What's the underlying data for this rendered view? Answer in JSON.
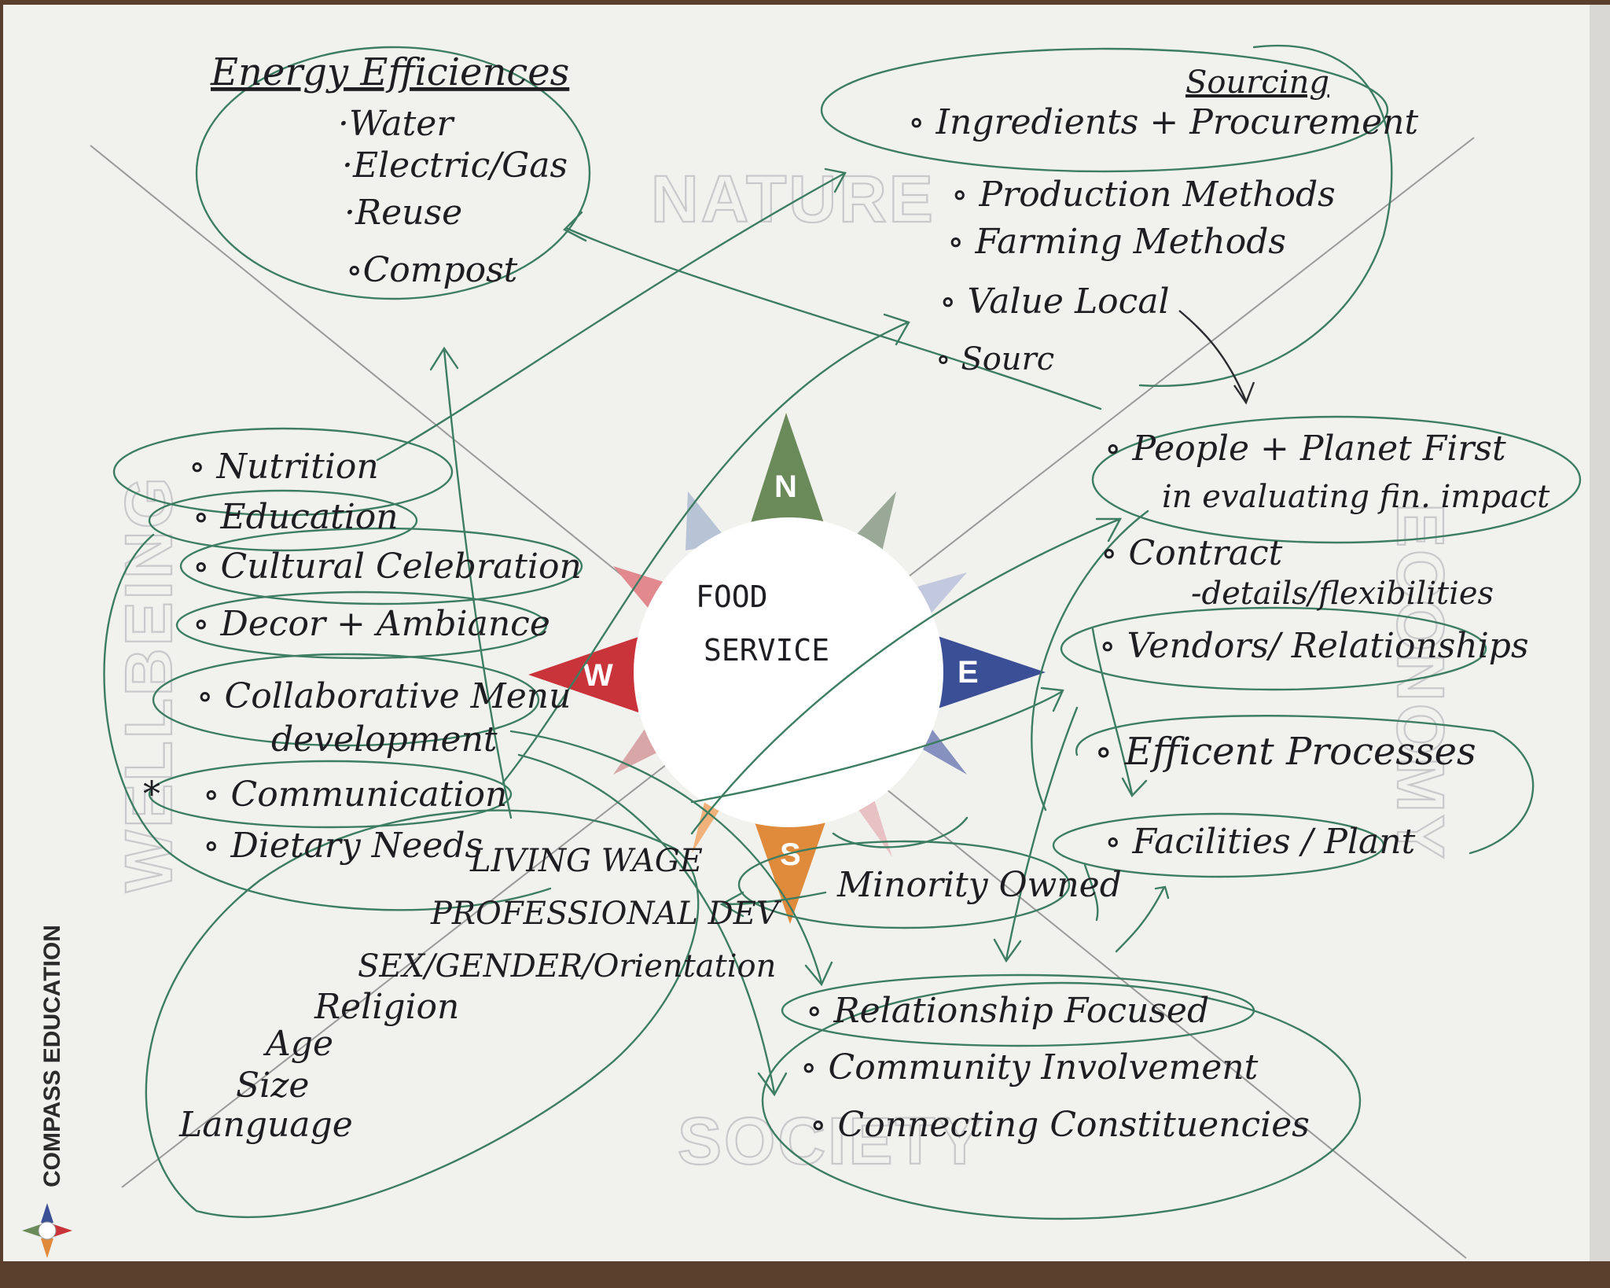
{
  "quadrants": {
    "north": "NATURE",
    "east": "ECONOMY",
    "south": "SOCIETY",
    "west": "WELLBEING"
  },
  "compass": {
    "center_line1": "FOOD",
    "center_line2": "SERVICE",
    "n": "N",
    "e": "E",
    "s": "S",
    "w": "W",
    "colors": {
      "north": "#6b8a5a",
      "east": "#3b4f96",
      "south": "#e08a3c",
      "west": "#c9343a"
    }
  },
  "brand": "COMPASS EDUCATION",
  "energy": {
    "title": "Energy Efficiences",
    "items": [
      "·Water",
      "·Electric/Gas",
      "·Reuse",
      "∘Compost"
    ]
  },
  "sourcing": {
    "heading": "Sourcing",
    "items": [
      "∘ Ingredients + Procurement",
      "∘ Production Methods",
      "∘ Farming Methods",
      "∘ Value Local",
      "∘ Sourc"
    ]
  },
  "economy": {
    "people_line1": "∘ People + Planet First",
    "people_line2": "in evaluating fin. impact",
    "contract_line1": "∘ Contract",
    "contract_line2": "-details/flexibilities",
    "vendors": "∘ Vendors/ Relationships",
    "efficient": "∘ Efficent Processes",
    "facilities": "∘ Facilities / Plant"
  },
  "wellbeing": {
    "items": [
      "∘ Nutrition",
      "∘ Education",
      "∘ Cultural Celebration",
      "∘ Decor + Ambiance",
      "∘ Collaborative Menu",
      "development",
      "∘ Communication",
      "∘ Dietary Needs"
    ]
  },
  "diversity": {
    "items": [
      "LIVING WAGE",
      "PROFESSIONAL DEV",
      "SEX/GENDER/Orientation",
      "Religion",
      "Age",
      "Size",
      "Language"
    ]
  },
  "minority": "Minority Owned",
  "society": {
    "items": [
      "∘ Relationship Focused",
      "∘ Community Involvement",
      "∘ Connecting Constituencies"
    ]
  }
}
